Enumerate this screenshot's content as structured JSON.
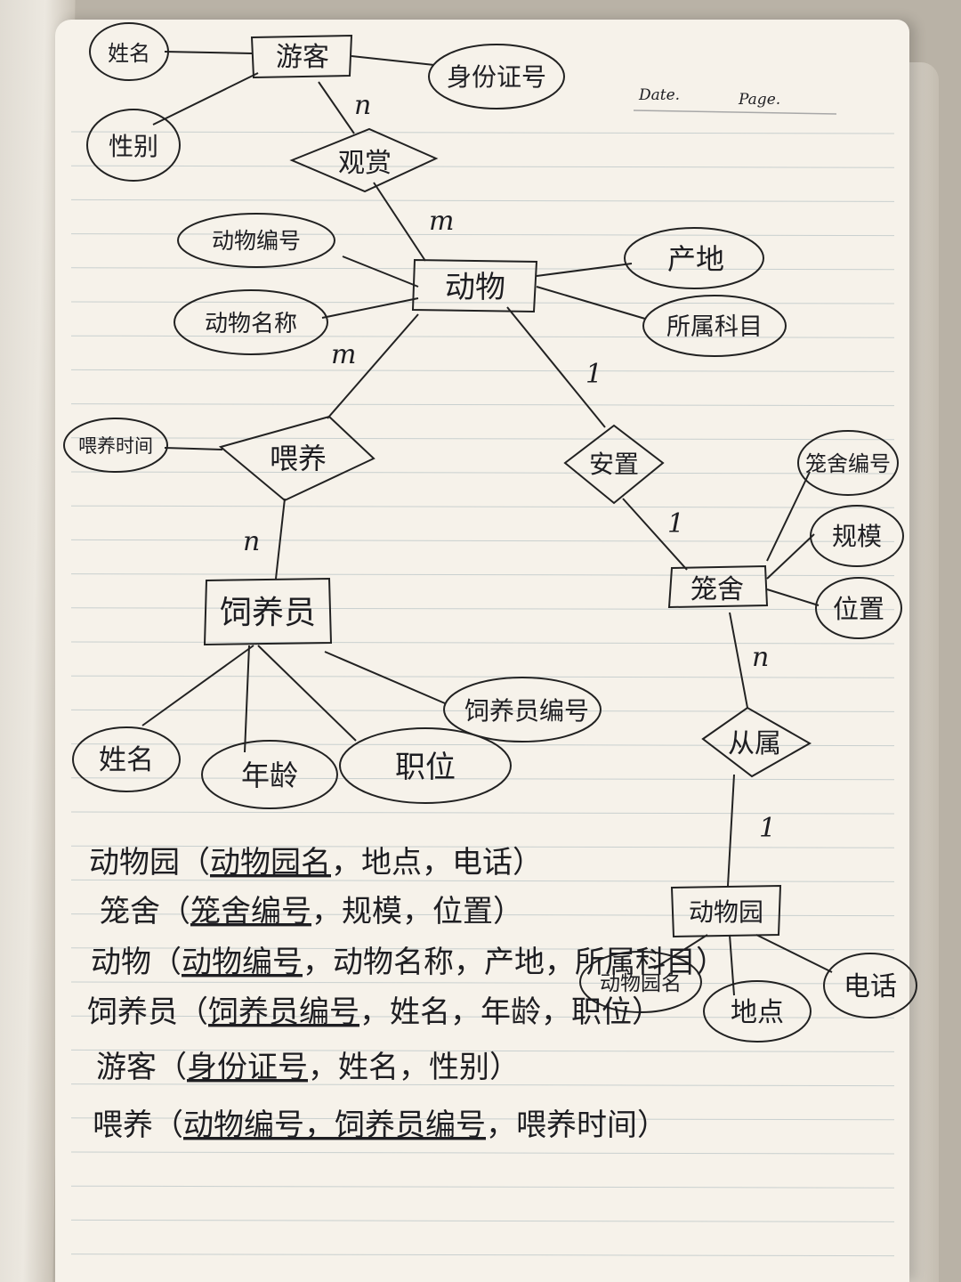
{
  "header": {
    "date_label": "Date.",
    "page_label": "Page."
  },
  "entities": [
    {
      "id": "visitor",
      "label": "游客"
    },
    {
      "id": "animal",
      "label": "动物"
    },
    {
      "id": "keeper",
      "label": "饲养员"
    },
    {
      "id": "cage",
      "label": "笼舍"
    },
    {
      "id": "zoo",
      "label": "动物园"
    }
  ],
  "relationships": [
    {
      "id": "watch",
      "label": "观赏"
    },
    {
      "id": "feed",
      "label": "喂养"
    },
    {
      "id": "place",
      "label": "安置"
    },
    {
      "id": "belong",
      "label": "从属"
    }
  ],
  "attributes": [
    {
      "id": "visitor_name",
      "label": "姓名"
    },
    {
      "id": "visitor_id",
      "label": "身份证号"
    },
    {
      "id": "visitor_gender",
      "label": "性别"
    },
    {
      "id": "animal_no",
      "label": "动物编号"
    },
    {
      "id": "animal_name",
      "label": "动物名称"
    },
    {
      "id": "animal_origin",
      "label": "产地"
    },
    {
      "id": "animal_family",
      "label": "所属科目"
    },
    {
      "id": "feed_time",
      "label": "喂养时间"
    },
    {
      "id": "keeper_no",
      "label": "饲养员编号"
    },
    {
      "id": "keeper_name",
      "label": "姓名"
    },
    {
      "id": "keeper_age",
      "label": "年龄"
    },
    {
      "id": "keeper_position",
      "label": "职位"
    },
    {
      "id": "cage_no",
      "label": "笼舍编号"
    },
    {
      "id": "cage_scale",
      "label": "规模"
    },
    {
      "id": "cage_location",
      "label": "位置"
    },
    {
      "id": "zoo_name",
      "label": "动物园名"
    },
    {
      "id": "zoo_address",
      "label": "地点"
    },
    {
      "id": "zoo_phone",
      "label": "电话"
    }
  ],
  "cardinalities": {
    "visitor_watch": "n",
    "watch_animal": "m",
    "animal_feed": "m",
    "feed_keeper": "n",
    "animal_place": "1",
    "place_cage": "1",
    "cage_belong": "n",
    "belong_zoo": "1"
  },
  "schemas": [
    {
      "name": "动物园",
      "key": "动物园名",
      "rest": "，地点，电话）"
    },
    {
      "name": "笼舍",
      "key": "笼舍编号",
      "rest": "，规模，位置）"
    },
    {
      "name": "动物",
      "key": "动物编号",
      "rest": "，动物名称，产地，所属科目）"
    },
    {
      "name": "饲养员",
      "key": "饲养员编号",
      "rest": "，姓名，年龄，职位）"
    },
    {
      "name": "游客",
      "key": "身份证号",
      "rest": "，姓名，性别）"
    },
    {
      "name": "喂养",
      "key": "动物编号，饲养员编号",
      "rest": "，喂养时间）"
    }
  ]
}
